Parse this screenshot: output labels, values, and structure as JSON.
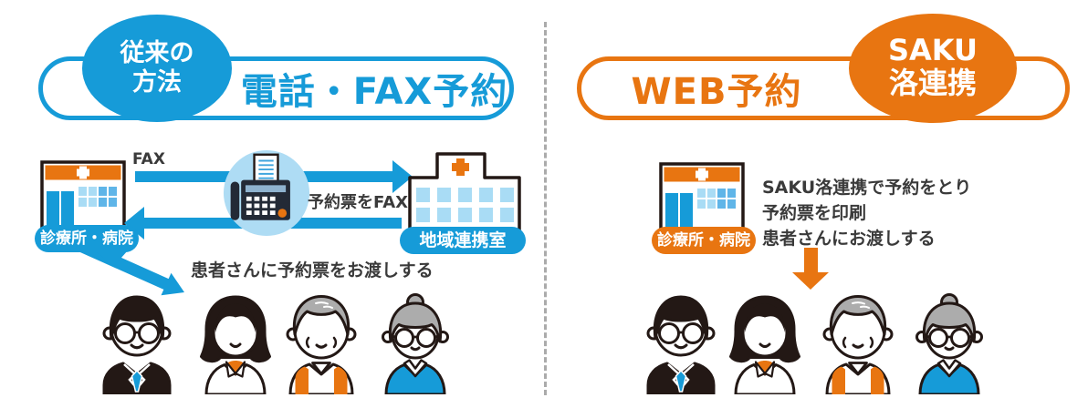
{
  "header_left": {
    "badge_line1": "従来の",
    "badge_line2": "方法",
    "pill_label": "電話・FAX予約"
  },
  "header_right": {
    "pill_label": "WEB予約",
    "badge_line1": "SAKU",
    "badge_line2": "洛連携"
  },
  "flow_left": {
    "fax_label": "FAX",
    "fax_return_label": "予約票をFAX",
    "clinic_label": "診療所・病院",
    "hospital_label": "地域連携室",
    "handout_text": "患者さんに予約票をお渡しする"
  },
  "flow_right": {
    "clinic_label": "診療所・病院",
    "steps": [
      "SAKU洛連携で予約をとり",
      "予約票を印刷",
      "患者さんにお渡しする"
    ]
  },
  "icons": {
    "left": [
      "clinic-building-icon",
      "fax-machine-icon",
      "hospital-building-icon",
      "right-arrow-icon",
      "left-arrow-icon",
      "down-right-arrow-icon"
    ],
    "right": [
      "clinic-building-icon",
      "down-arrow-icon"
    ],
    "people": [
      "businessman-icon",
      "woman-icon",
      "elderly-man-icon",
      "elderly-woman-icon"
    ]
  },
  "colors": {
    "blue": "#169BD8",
    "orange": "#E87511",
    "light_blue_window": "#A9DCF5",
    "mid_blue_window": "#5FB5E8",
    "fax_circle_blue": "#AEDCF4",
    "text_dark": "#3A3A3A",
    "outline": "#231815",
    "gray_hair": "#ACACAC",
    "divider_gray": "#ABABAB"
  }
}
